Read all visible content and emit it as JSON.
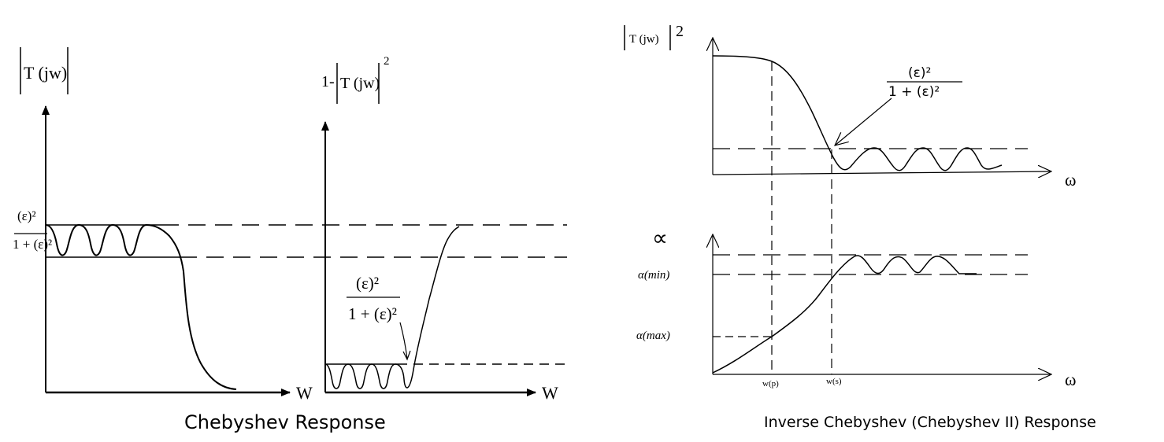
{
  "left_diagram": {
    "y_axis_label": "T (jw)",
    "x_axis_label": "W",
    "ripple_label_num": "(ε)²",
    "ripple_label_den": "1 + (ε)²",
    "caption": "Chebyshev Response"
  },
  "middle_diagram": {
    "y_axis_label_prefix": "1-",
    "y_axis_label": "T (jw)",
    "y_axis_exponent": "2",
    "x_axis_label": "W",
    "annotation_num": "(ε)²",
    "annotation_den": "1 + (ε)²"
  },
  "right_top": {
    "y_axis_label": "T (jw)",
    "y_axis_exponent": "2",
    "annotation_num": "(ε)²",
    "annotation_den": "1 + (ε)²",
    "x_axis_label": "ω"
  },
  "right_bottom": {
    "y_axis_label": "∝",
    "alpha_min_label": "α(min)",
    "alpha_max_label": "α(max)",
    "wp_label": "w(p)",
    "ws_label": "w(s)",
    "x_axis_label": "ω",
    "caption": "Inverse Chebyshev (Chebyshev II) Response"
  }
}
